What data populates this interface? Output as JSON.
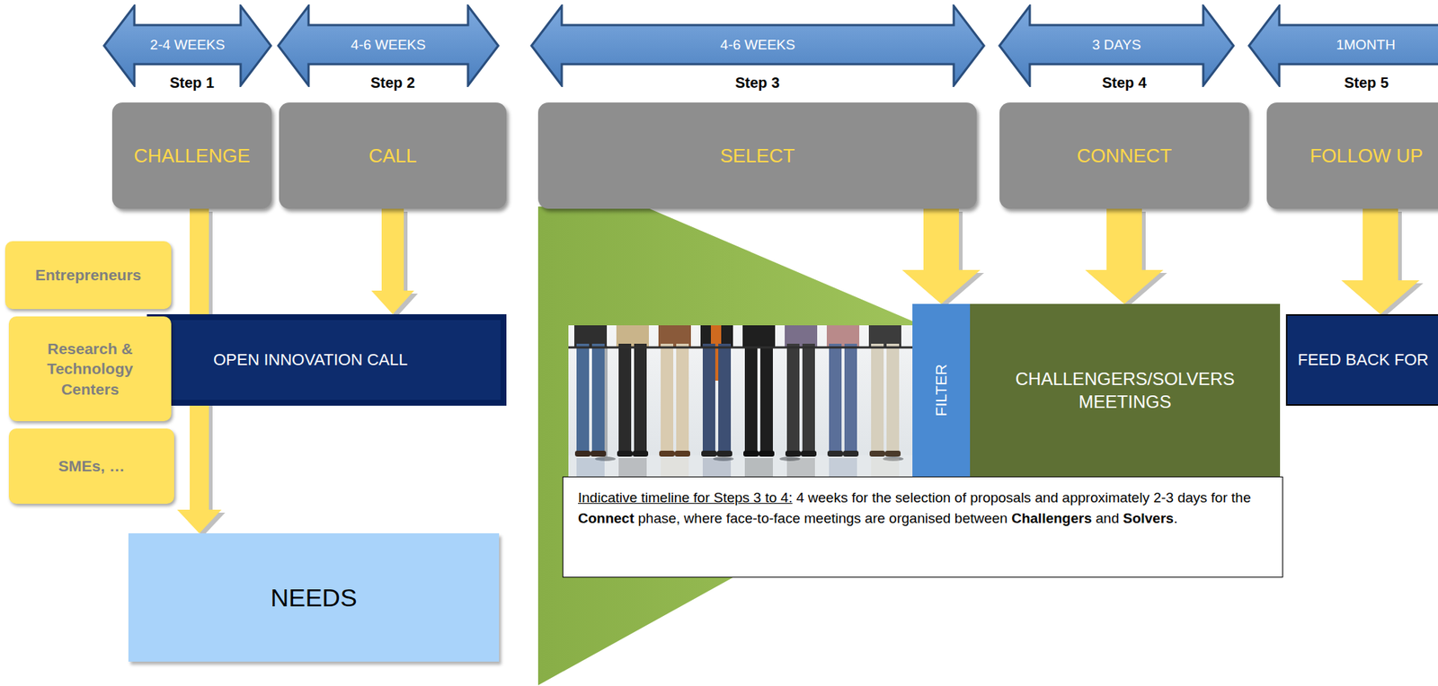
{
  "diagram": {
    "nodes": [
      {
        "text": [
          "2-4 WEEKS"
        ]
      },
      {
        "text": [
          "Step 1",
          "CHALLENGE"
        ]
      },
      {
        "text": [
          "4-6 WEEKS"
        ]
      },
      {
        "text": [
          "Step 2",
          "CALL"
        ]
      },
      {
        "text": [
          "4-6 WEEKS"
        ]
      },
      {
        "text": [
          "Step 3",
          "SELECT"
        ]
      },
      {
        "text": [
          "3 DAYS"
        ]
      },
      {
        "text": [
          "Step 4",
          "CONNECT"
        ]
      },
      {
        "text": [
          "1MONTH"
        ]
      },
      {
        "text": [
          "Step 5",
          "FOLLOW UP"
        ]
      },
      {
        "text": [
          "Entrepreneurs"
        ]
      },
      {
        "text": [
          "Research & Technology Centers"
        ]
      },
      {
        "text": [
          "SMEs, …"
        ]
      },
      {
        "text": [
          "OPEN INNOVATION CALL"
        ]
      },
      {
        "text": [
          "FILTER"
        ]
      },
      {
        "text": [
          "CHALLENGERS/SOLVERS MEETINGS"
        ]
      },
      {
        "text": [
          "FEED BACK FOR"
        ]
      },
      {
        "text": [
          "Indicative timeline for Steps 3 to 4:",
          "4 weeks for the selection of proposals and approximately 2-3 days for the",
          "Connect",
          "phase, where face-to-face meetings are organised between",
          "Challengers",
          "and",
          "Solvers",
          "."
        ]
      },
      {
        "text": [
          "NEEDS"
        ]
      }
    ],
    "edges": [
      {
        "from": 1,
        "to": 18,
        "arrow": "to"
      },
      {
        "from": 3,
        "to": 13,
        "arrow": "to"
      },
      {
        "from": 5,
        "to": 14,
        "arrow": "to"
      },
      {
        "from": 7,
        "to": 15,
        "arrow": "to"
      },
      {
        "from": 9,
        "to": 16,
        "arrow": "to"
      }
    ]
  }
}
